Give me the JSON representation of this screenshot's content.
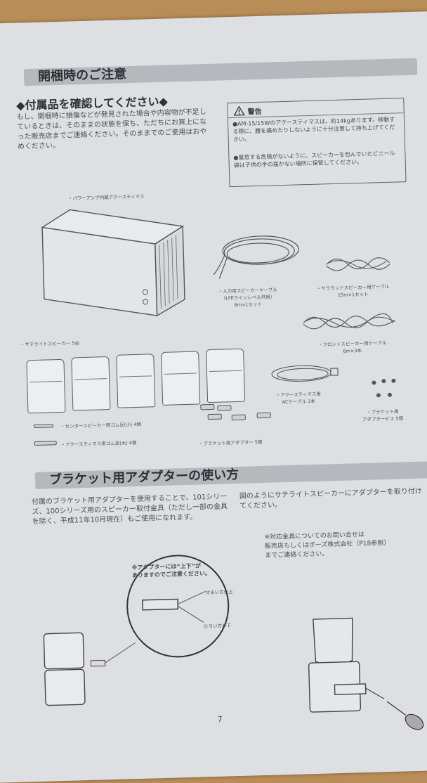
{
  "section1": {
    "title": "開梱時のご注意",
    "subtitle": "◆付属品を確認してください◆",
    "intro": "もし、開梱時に損傷などが発見された場合や内容物が不足しているときは、そのままの状態を保ち、ただちにお買上になった販売店までご連絡ください。そのままでのご使用はおやめください。"
  },
  "warning": {
    "title": "警告",
    "item1": "●AM-15/15Wのアクースティマスは、約14kgあります。移動する際に、腰を痛めたりしないように十分注意して持ち上げてください。",
    "item2": "●窒息する危険がないように、スピーカーを包んでいたビニール袋は子供の手の届かない場所に保管してください。"
  },
  "contents": {
    "acoustimass": "・パワーアンプ内蔵アクースティマス",
    "input_cable": "・入力用スピーカーケーブル\n（LFEラインレベル共用）\n6m×1セット",
    "surround_cable": "・サラウンドスピーカー用ケーブル\n15m×1セット",
    "front_cable": "・フロントスピーカー用ケーブル\n6m×3本",
    "satellites": "・サテライトスピーカー 5台",
    "ac_cable": "・アクースティマス用\nACケーブル 1本",
    "bracket_screws": "・ブラケット用\nアダプタービス 5個",
    "center_pads": "・センタースピーカー用ゴム足(小) 4個",
    "am_pads": "・アクースティマス用ゴム足(大) 4個",
    "bracket_adapter": "・ブラケット用アダプター 5個"
  },
  "section2": {
    "title": "ブラケット用アダプターの使い方",
    "left_text": "付属のブラケット用アダプターを使用することで、101シリーズ、100シリーズ用のスピーカー取付金具（ただし一部の金具を除く、平成11年10月現在）もご使用になれます。",
    "right_text": "図のようにサテライトスピーカーにアダプターを取り付けてください。",
    "note": "※対応金具についてのお問い合せは\n販売店もしくはボーズ株式会社（P18参照）\nまでご連絡ください。",
    "callout": "※アダプターには“上下”が\nありますのでご注意ください。",
    "label_top": "せまい方が上",
    "label_bottom": "ひろい方が下"
  },
  "page_number": "7"
}
